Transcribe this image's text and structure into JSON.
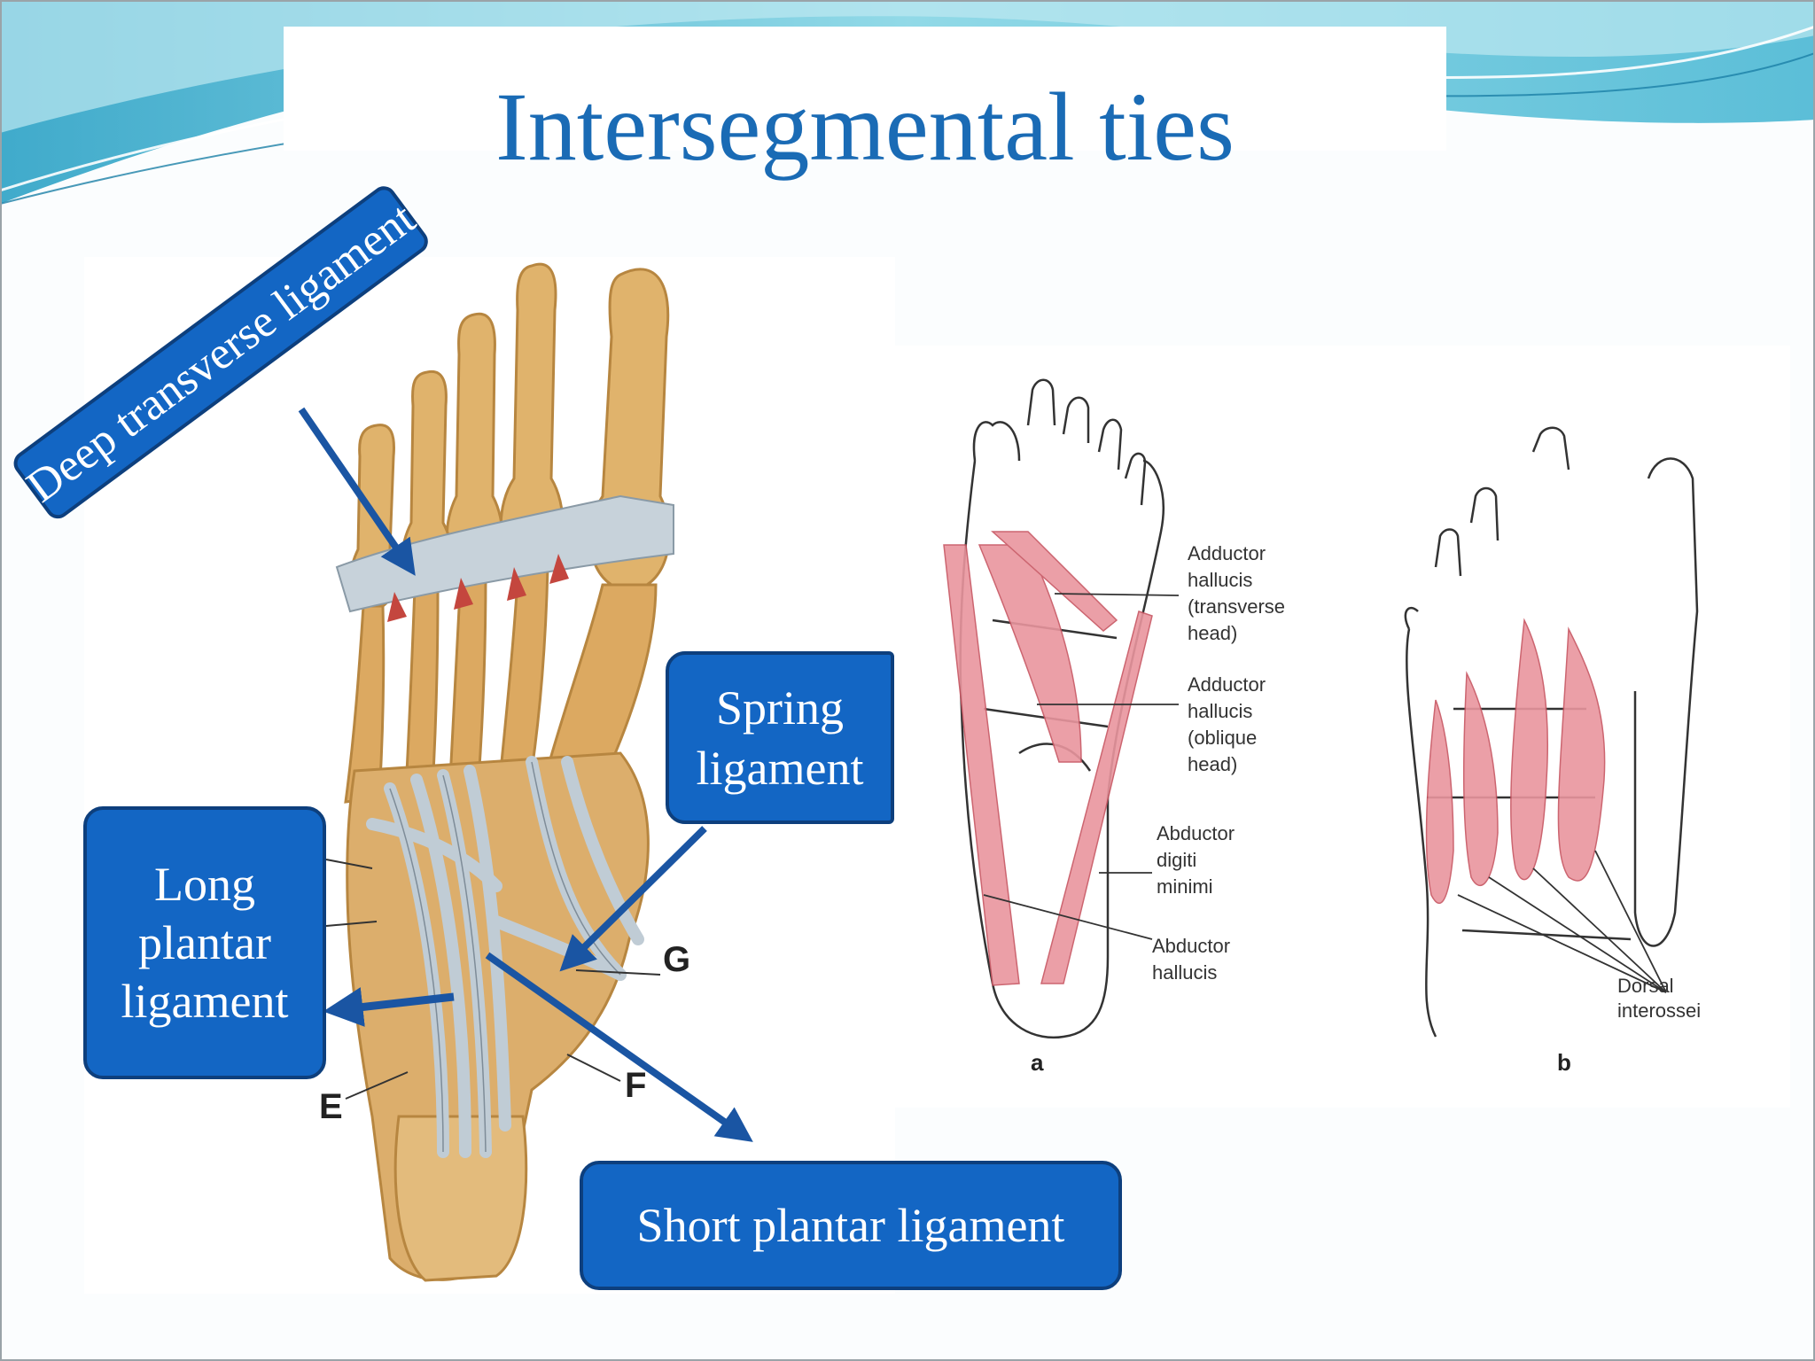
{
  "slide": {
    "title": "Intersegmental ties",
    "colors": {
      "title_text": "#1a6bb5",
      "callout_fill": "#1366c4",
      "callout_border": "#0d3f7d",
      "arrow": "#1a55a3",
      "muscle_pink": "#e9959e",
      "bone": "#e0b36c",
      "ligament": "#c7d2da"
    }
  },
  "callouts": {
    "deep_transverse": "Deep transverse ligament",
    "spring": "Spring\nligament",
    "long_plantar": "Long\nplantar\nligament",
    "short_plantar": "Short plantar ligament"
  },
  "left_figure": {
    "letters": {
      "g": "G",
      "f": "F",
      "e": "E"
    }
  },
  "right_figure": {
    "labels": {
      "adductor_transverse_1": "Adductor",
      "adductor_transverse_2": "hallucis",
      "adductor_transverse_3": "(transverse",
      "adductor_transverse_4": "head)",
      "adductor_oblique_1": "Adductor",
      "adductor_oblique_2": "hallucis",
      "adductor_oblique_3": "(oblique",
      "adductor_oblique_4": "head)",
      "abductor_digiti_1": "Abductor",
      "abductor_digiti_2": "digiti",
      "abductor_digiti_3": "minimi",
      "abductor_hallucis_1": "Abductor",
      "abductor_hallucis_2": "hallucis",
      "dorsal_1": "Dorsal",
      "dorsal_2": "interossei"
    },
    "panel_a": "a",
    "panel_b": "b"
  }
}
